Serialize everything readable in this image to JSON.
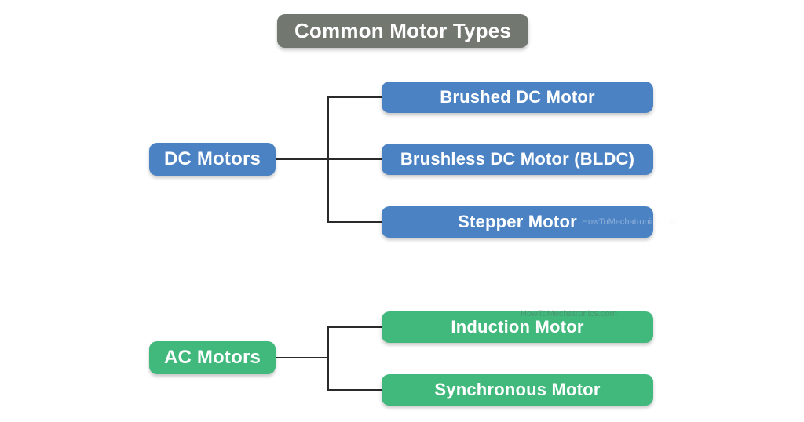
{
  "diagram": {
    "title": "Common Motor Types",
    "groups": [
      {
        "label": "DC Motors",
        "color": "#4b82c3",
        "children": [
          {
            "label": "Brushed DC Motor"
          },
          {
            "label": "Brushless DC Motor (BLDC)"
          },
          {
            "label": "Stepper Motor"
          }
        ]
      },
      {
        "label": "AC Motors",
        "color": "#41b87c",
        "children": [
          {
            "label": "Induction Motor"
          },
          {
            "label": "Synchronous Motor"
          }
        ]
      }
    ],
    "colors": {
      "title_box": "#727770",
      "dc_box": "#4b82c3",
      "ac_box": "#41b87c",
      "node_text": "#ffffff",
      "connector": "#2a2a2a",
      "background": "#ffffff"
    },
    "watermarks": [
      {
        "text": "HowToMechatronics.com"
      },
      {
        "text": "HowToMechatronics.com"
      }
    ]
  }
}
